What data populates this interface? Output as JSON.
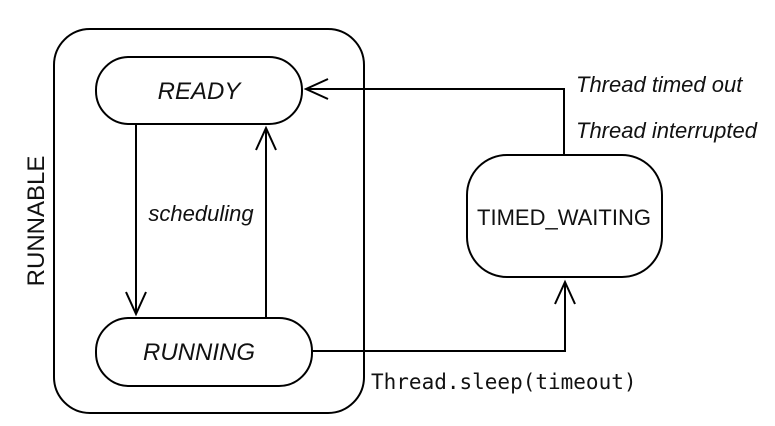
{
  "diagram": {
    "group_label": "RUNNABLE",
    "states": {
      "ready": "READY",
      "running": "RUNNING",
      "timed_waiting": "TIMED_WAITING"
    },
    "transitions": {
      "scheduling": "scheduling",
      "sleep": "Thread.sleep(timeout)",
      "timed_out": "Thread timed out",
      "interrupted": "Thread interrupted"
    }
  },
  "colors": {
    "stroke": "#000000",
    "background": "#ffffff",
    "text": "#111111"
  }
}
